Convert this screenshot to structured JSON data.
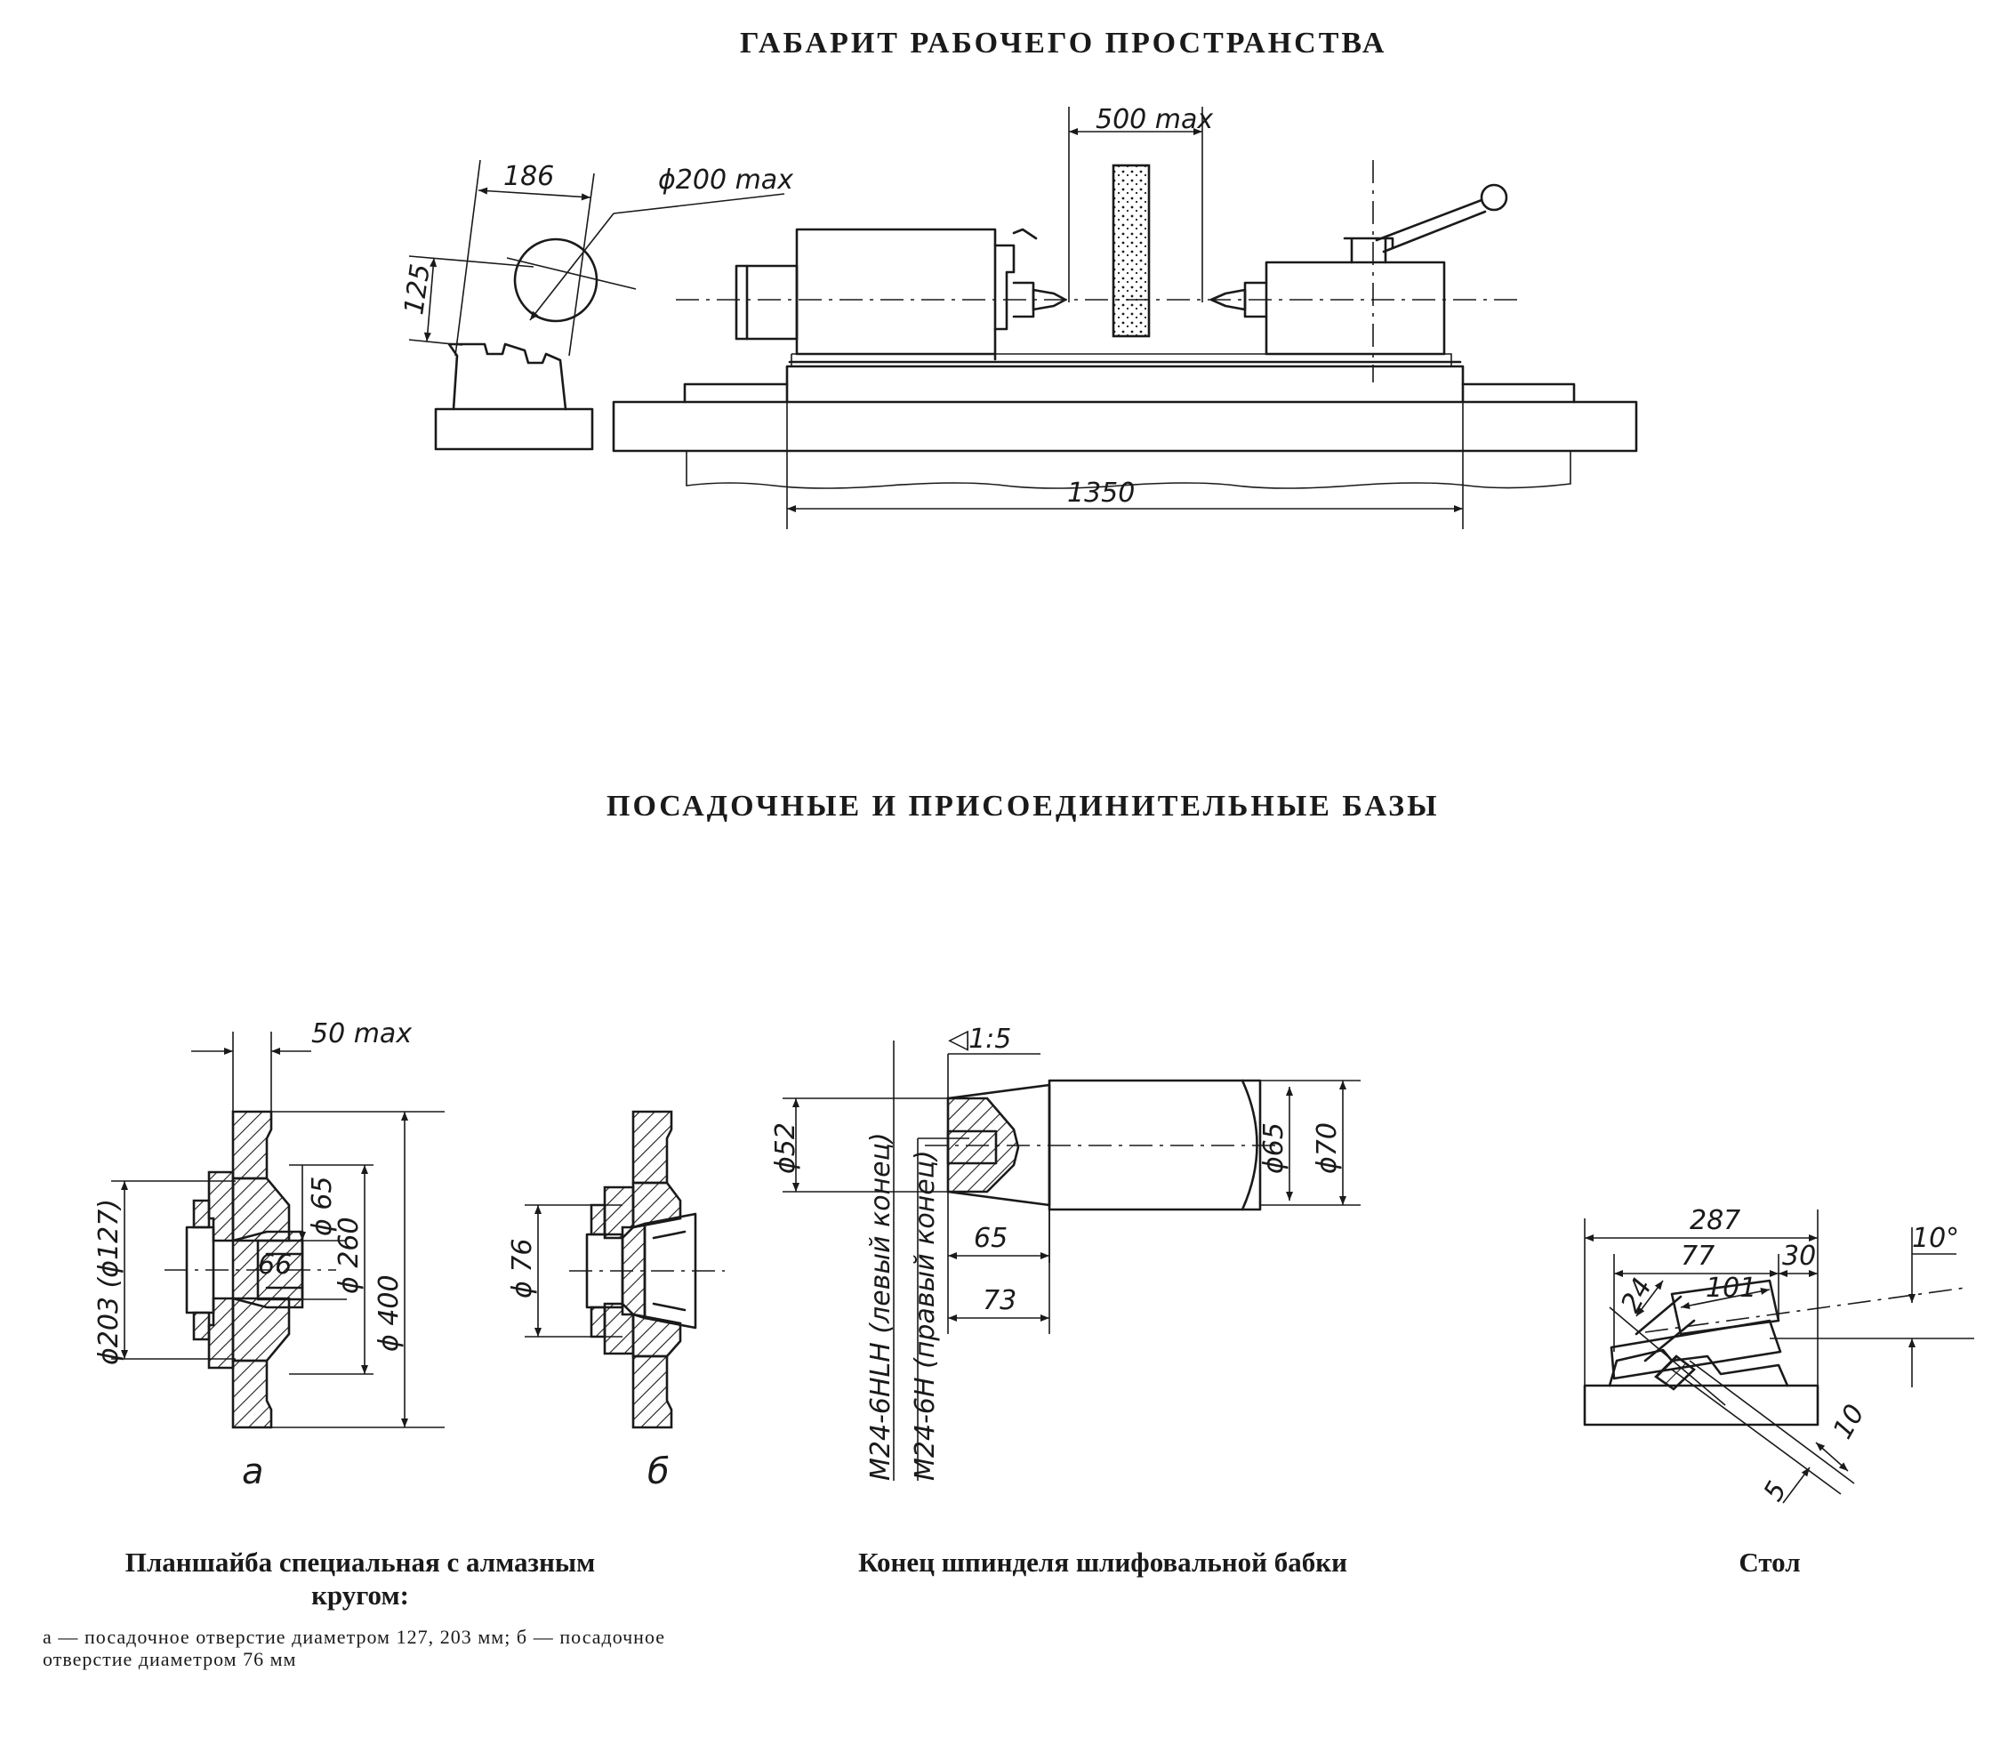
{
  "titles": {
    "working_space": "ГАБАРИТ РАБОЧЕГО ПРОСТРАНСТВА",
    "mounting_bases": "ПОСАДОЧНЫЕ И ПРИСОЕДИНИТЕЛЬНЫЕ БАЗЫ"
  },
  "working_space_dims": {
    "d186": "186",
    "d125": "125",
    "d200": "ϕ200 max",
    "d500": "500 max",
    "d1350": "1350"
  },
  "faceplate_dims": {
    "d50": "50 max",
    "d203": "ϕ203 (ϕ127)",
    "d65": "ϕ 65",
    "d66": "66",
    "d260": "ϕ 260",
    "d400": "ϕ 400",
    "d76": "ϕ 76",
    "label_a": "а",
    "label_b": "б"
  },
  "spindle_dims": {
    "taper": "◁1:5",
    "d52": "ϕ52",
    "d65": "ϕ65",
    "d70": "ϕ70",
    "l65": "65",
    "l73": "73",
    "thread_left": "M24-6HLH (левый конец)",
    "thread_right": "M24-6H (правый конец)"
  },
  "table_dims": {
    "d287": "287",
    "d77": "77",
    "d30": "30",
    "d10deg": "10°",
    "d24": "24",
    "d101": "101",
    "d10": "10",
    "d5": "5"
  },
  "captions": {
    "faceplate_title": "Планшайба специальная с алмазным кругом:",
    "faceplate_note": "а — посадочное отверстие диаметром 127, 203 мм; б — посадочное отверстие диаметром 76 мм",
    "spindle_title": "Конец шпинделя шлифовальной бабки",
    "table_title": "Стол"
  }
}
